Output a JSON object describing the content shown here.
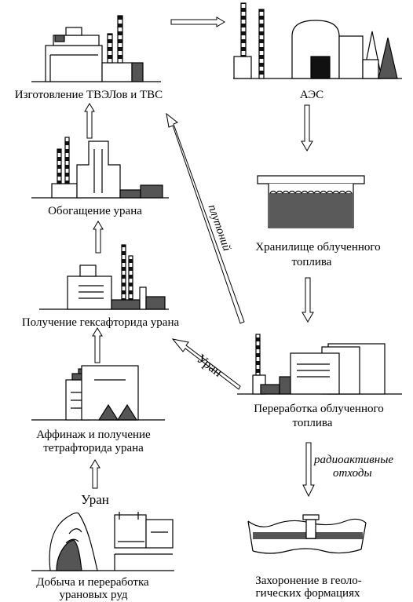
{
  "labels": {
    "fuel_fab": "Изготовление ТВЭЛов и ТВС",
    "npp": "АЭС",
    "enrichment": "Обогащение урана",
    "storage_1": "Хранилище облученного",
    "storage_2": "топлива",
    "hexafluoride": "Получение гексафторида урана",
    "reprocessing_1": "Переработка облученного",
    "reprocessing_2": "топлива",
    "refining_1": "Аффинаж и получение",
    "refining_2": "тетрафторида урана",
    "uranium_top": "Уран",
    "radio_1": "радиоактивные",
    "radio_2": "отходы",
    "uranium_bottom": "Уран",
    "mining_1": "Добыча и переработка",
    "mining_2": "урановых руд",
    "burial_1": "Захоронение в геоло-",
    "burial_2": "гических формациях",
    "plutonium": "плутоний"
  },
  "colors": {
    "dark": "#555555",
    "black": "#111111",
    "liquid": "#5a5a5a"
  }
}
